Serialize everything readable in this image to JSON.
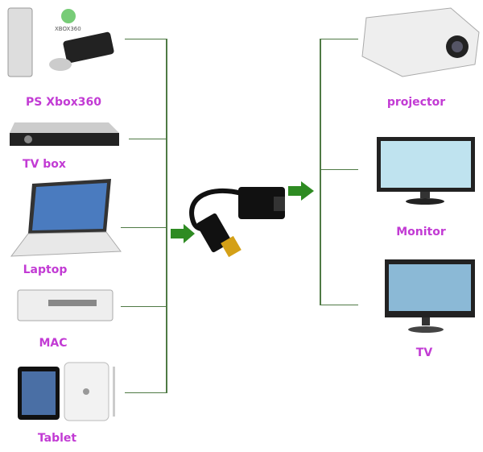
{
  "sources": [
    {
      "label": "PS Xbox360",
      "icon": "game-console-icon",
      "badge": "XBOX360"
    },
    {
      "label": "TV box",
      "icon": "set-top-box-icon"
    },
    {
      "label": "Laptop",
      "icon": "laptop-icon"
    },
    {
      "label": "MAC",
      "icon": "mac-mini-icon"
    },
    {
      "label": "Tablet",
      "icon": "tablet-icon"
    }
  ],
  "center": {
    "icon": "hdmi-to-vga-adapter-icon"
  },
  "outputs": [
    {
      "label": "projector",
      "icon": "projector-icon"
    },
    {
      "label": "Monitor",
      "icon": "monitor-icon"
    },
    {
      "label": "TV",
      "icon": "tv-icon"
    }
  ],
  "colors": {
    "label": "#c23bd4",
    "line": "#4f7a45",
    "arrow": "#2e8b22"
  }
}
